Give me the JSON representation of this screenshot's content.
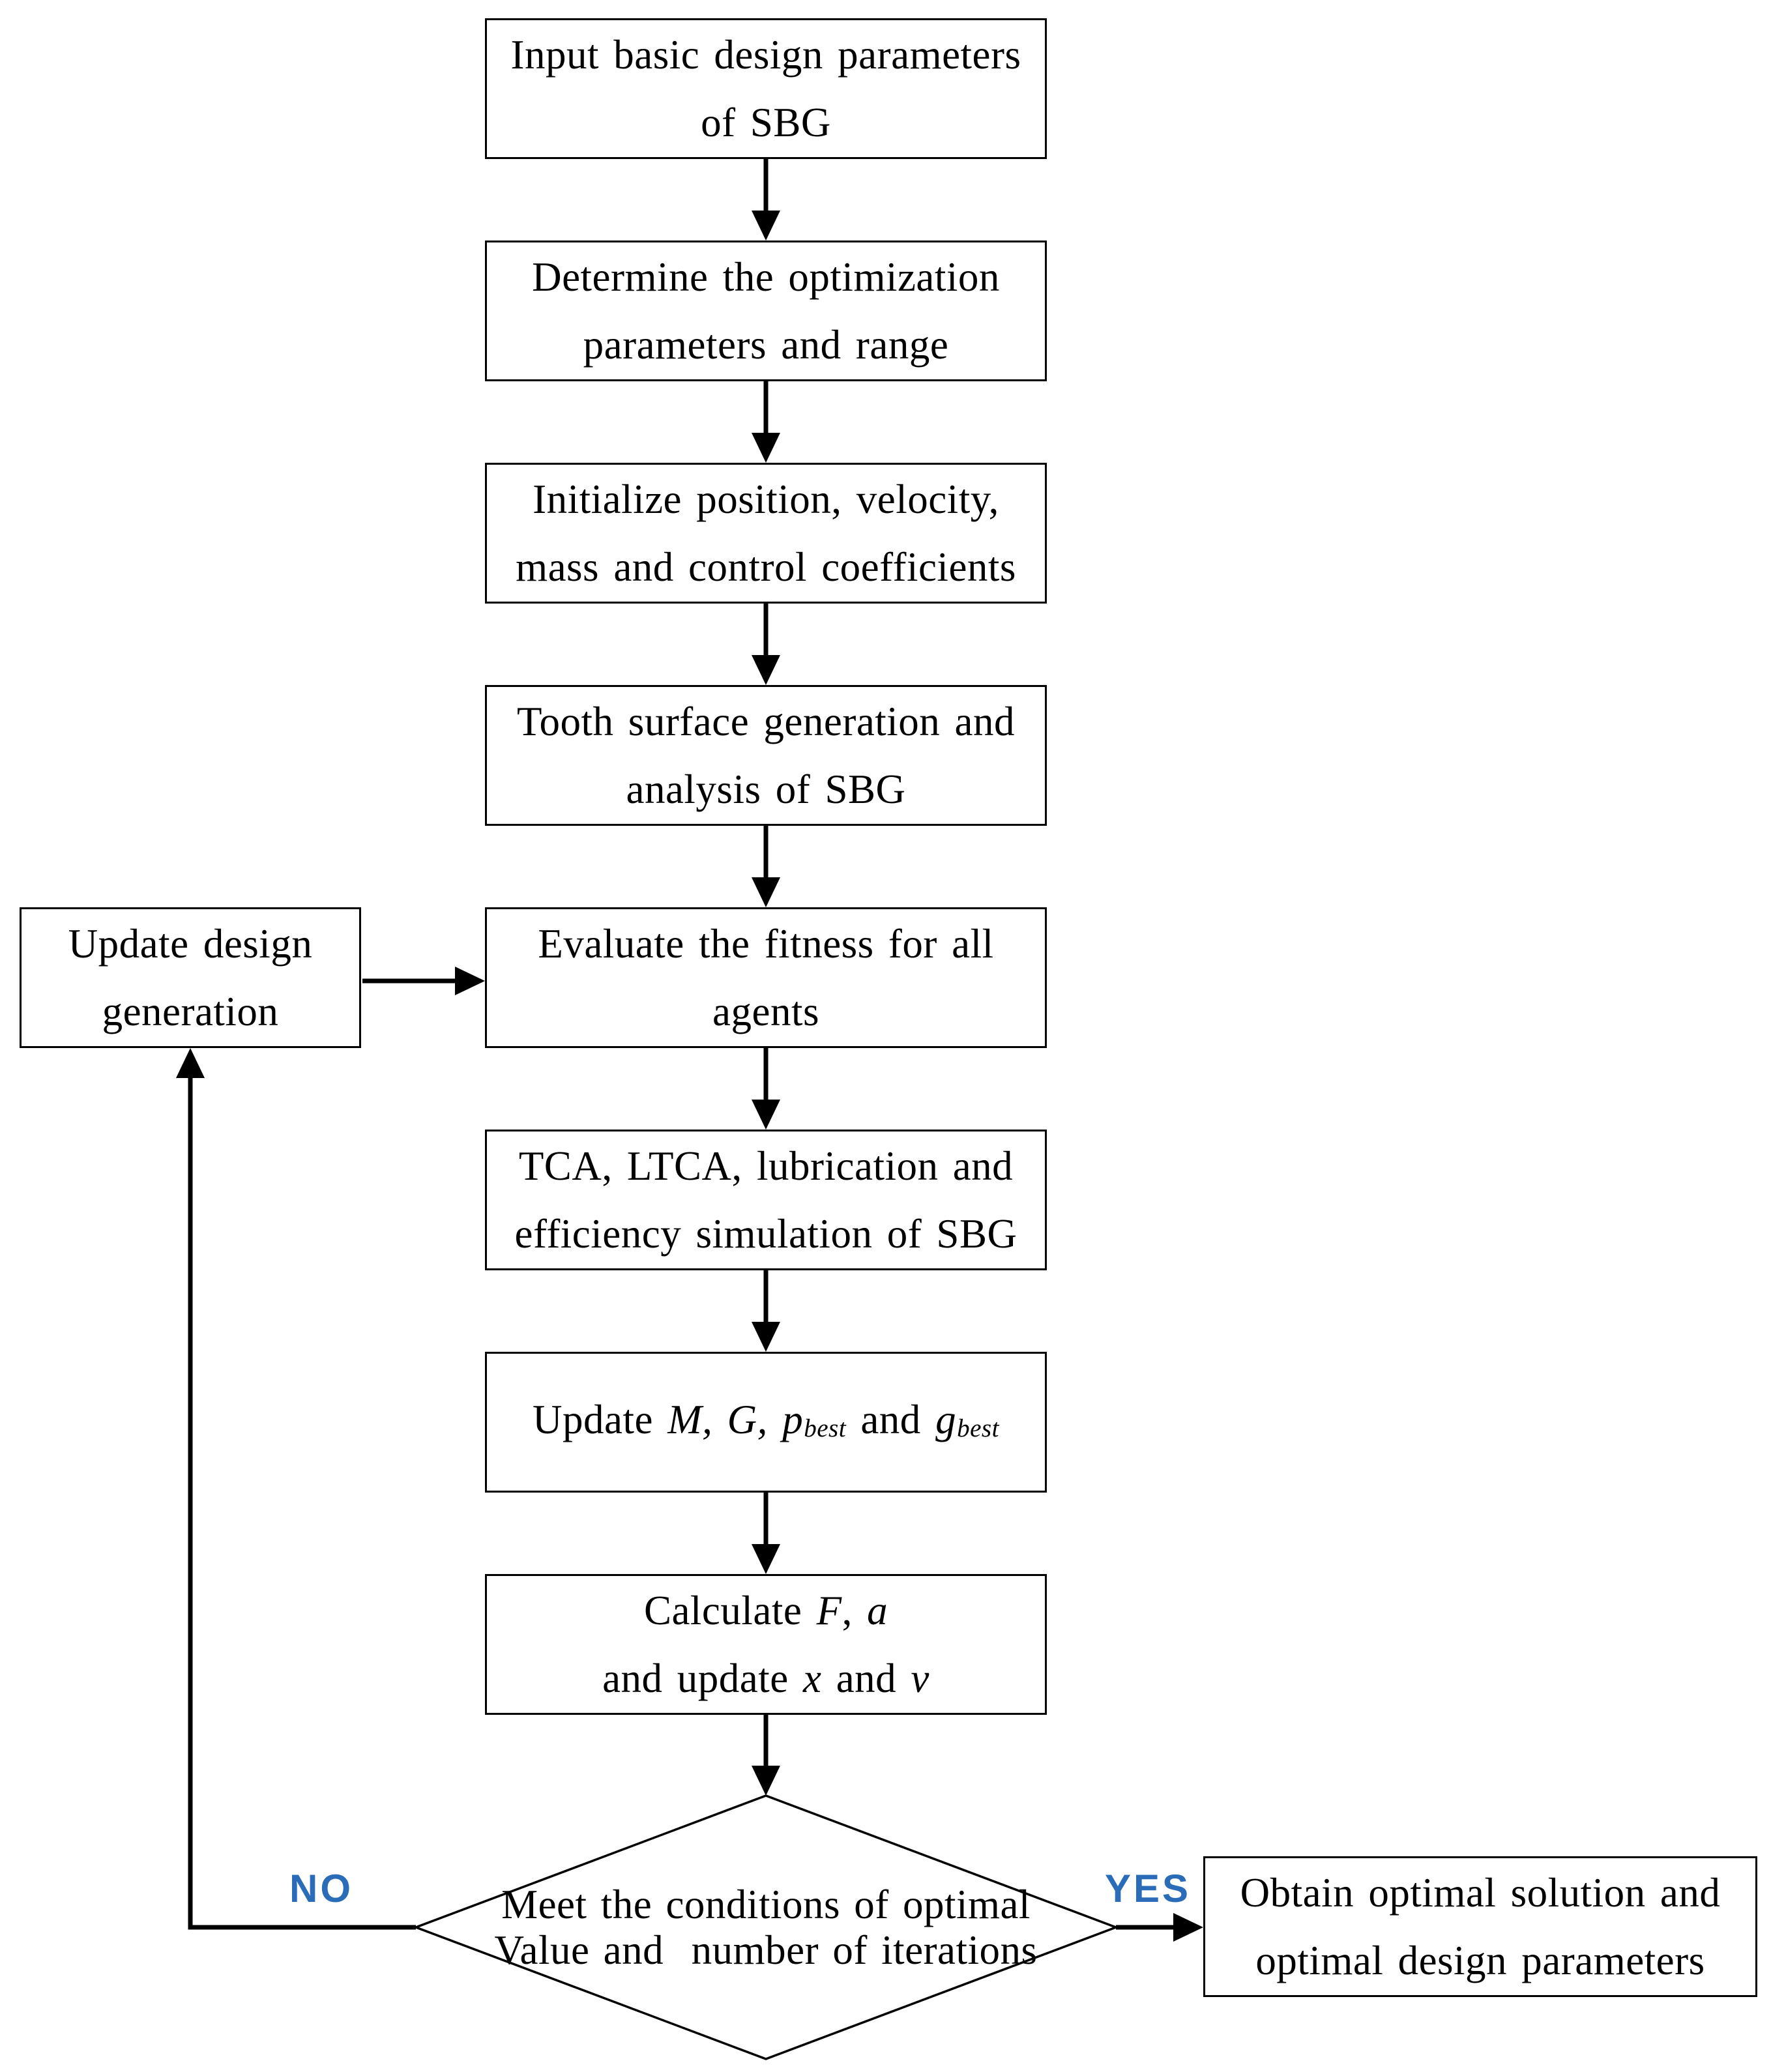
{
  "figure": {
    "type": "flowchart"
  },
  "boxes": {
    "input": {
      "line1": "Input basic design parameters",
      "line2": "of SBG"
    },
    "determine": {
      "line1": "Determine the optimization",
      "line2": "parameters and range"
    },
    "initialize": {
      "line1": "Initialize position, velocity,",
      "line2": "mass and control coefficients"
    },
    "tooth": {
      "line1": "Tooth surface generation and",
      "line2": "analysis of SBG"
    },
    "evaluate": {
      "line1": "Evaluate the fitness for all",
      "line2": "agents"
    },
    "update_design": {
      "line1": "Update design",
      "line2": "generation"
    },
    "tca": {
      "line1": "TCA, LTCA, lubrication and",
      "line2": "efficiency simulation of SBG"
    },
    "obtain": {
      "line1": "Obtain optimal solution and",
      "line2": "optimal design parameters"
    }
  },
  "update_m": {
    "segments": [
      {
        "text": "Update "
      },
      {
        "text": "M, G, ",
        "italic": true
      },
      {
        "text": "p",
        "italic": true
      },
      {
        "text": "best",
        "italic": true,
        "sub": true
      },
      {
        "text": " and "
      },
      {
        "text": "g",
        "italic": true
      },
      {
        "text": "best",
        "italic": true,
        "sub": true
      }
    ]
  },
  "calculate": {
    "line1_segments": [
      {
        "text": "Calculate "
      },
      {
        "text": "F",
        "italic": true
      },
      {
        "text": ", "
      },
      {
        "text": "a",
        "italic": true
      }
    ],
    "line2_segments": [
      {
        "text": "and update "
      },
      {
        "text": "x",
        "italic": true
      },
      {
        "text": " and "
      },
      {
        "text": "v",
        "italic": true
      }
    ]
  },
  "decision": {
    "line1": "Meet the conditions of optimal",
    "line2": "Value and  number of iterations"
  },
  "labels": {
    "no": "NO",
    "yes": "YES"
  },
  "colors": {
    "line": "#000000",
    "label_blue": "#2A6CB8",
    "background": "#ffffff"
  }
}
